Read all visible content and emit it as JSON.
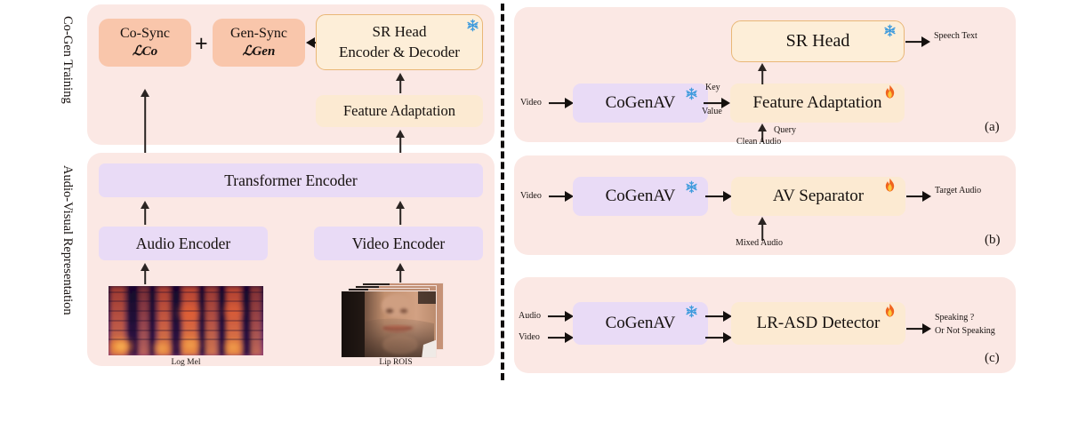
{
  "figure": {
    "side_labels": {
      "top": "Co-Gen  Training",
      "bottom": "Audio-Visual  Representation"
    }
  },
  "left": {
    "cogen_training": {
      "loss_co": {
        "line1": "Co-Sync",
        "line2": "ℒCo"
      },
      "plus": "+",
      "loss_gen": {
        "line1": "Gen-Sync",
        "line2": "ℒGen"
      },
      "sr_head": {
        "line1": "SR Head",
        "line2": "Encoder & Decoder",
        "state": "frozen"
      },
      "feature_adaptation": {
        "label": "Feature Adaptation"
      }
    },
    "av_representation": {
      "transformer_encoder": {
        "label": "Transformer Encoder"
      },
      "audio_encoder": {
        "label": "Audio Encoder"
      },
      "video_encoder": {
        "label": "Video Encoder"
      },
      "log_mel_caption": "Log Mel",
      "lip_rois_caption": "Lip ROIS"
    }
  },
  "right": {
    "panel_a": {
      "marker": "(a)",
      "input_video": "Video",
      "backbone": {
        "label": "CoGenAV",
        "state": "frozen"
      },
      "kv_key": "Key",
      "kv_value": "Value",
      "adapter": {
        "label": "Feature Adaptation",
        "state": "trainable"
      },
      "query": "Query",
      "clean_audio": "Clean Audio",
      "head": {
        "label": "SR  Head",
        "state": "frozen"
      },
      "output": "Speech Text"
    },
    "panel_b": {
      "marker": "(b)",
      "input_video": "Video",
      "backbone": {
        "label": "CoGenAV",
        "state": "frozen"
      },
      "module": {
        "label": "AV Separator",
        "state": "trainable"
      },
      "mixed_audio": "Mixed Audio",
      "output": "Target Audio"
    },
    "panel_c": {
      "marker": "(c)",
      "input_audio": "Audio",
      "input_video": "Video",
      "backbone": {
        "label": "CoGenAV",
        "state": "frozen"
      },
      "module": {
        "label": "LR-ASD Detector",
        "state": "trainable"
      },
      "output_line1": "Speaking ?",
      "output_line2": "Or Not Speaking"
    }
  },
  "colors": {
    "panel_bg": "#fbe8e4",
    "purple_box": "#e9dbf6",
    "salmon_box": "#f9c6ab",
    "peach_box": "#fcead2",
    "peach_border": "#e9b777",
    "arrow": "#14100e",
    "snowflake": "#3e9bdd",
    "flame": "#f0641e"
  }
}
